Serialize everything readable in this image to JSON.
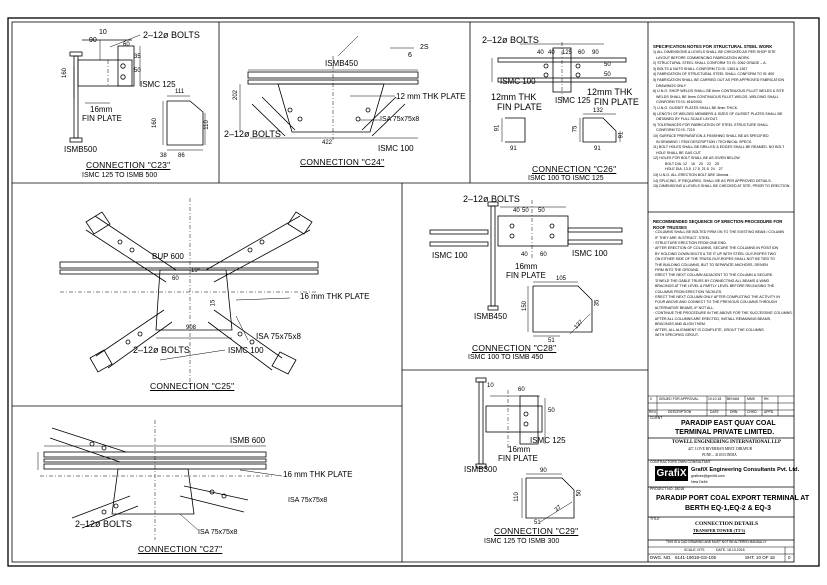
{
  "c23": {
    "dims": [
      "10",
      "90",
      "60",
      "35",
      "50",
      "160",
      "111",
      "160",
      "86",
      "38",
      "110"
    ],
    "bolts": "2–12ø BOLTS",
    "ismc": "ISMC 125",
    "plate": "16mm\nFIN PLATE",
    "plate_l1": "16mm",
    "plate_l2": "FIN PLATE",
    "beam": "ISMB500",
    "title": "CONNECTION \"C23\"",
    "subtitle": "ISMC 125 TO ISMB 500"
  },
  "c24": {
    "beam": "ISMB450",
    "dims": [
      "202",
      "422",
      "2S",
      "6",
      "1"
    ],
    "plate": "12 mm THK PLATE",
    "bolts": "2–12ø BOLTS",
    "isa": "ISA 75x75x8",
    "ismc": "ISMC 100",
    "title": "CONNECTION \"C24\""
  },
  "c26": {
    "bolts": "2–12ø BOLTS",
    "dims": [
      "40",
      "40",
      "125",
      "60",
      "90",
      "50",
      "50",
      "91",
      "91",
      "132",
      "91",
      "75",
      "91"
    ],
    "ismc_l": "ISMC 100",
    "ismc_r": "ISMC 125",
    "plate_l1": "12mm THK",
    "plate_l2": "FIN PLATE",
    "plate_r1": "12mm THK",
    "plate_r2": "FIN PLATE",
    "title": "CONNECTION \"C26\"",
    "subtitle": "ISMC 100 TO ISMC 125"
  },
  "c25": {
    "bup": "BUP 600",
    "dims": [
      "60",
      "19°",
      "15",
      "908"
    ],
    "plate": "16 mm THK PLATE",
    "isa": "ISA 75x75x8",
    "bolts": "2–12ø BOLTS",
    "ismc": "ISMC 100",
    "title": "CONNECTION \"C25\""
  },
  "c28": {
    "bolts": "2–12ø BOLTS",
    "dims": [
      "40",
      "50",
      "50",
      "40",
      "60",
      "105",
      "150",
      "51",
      "137",
      "35"
    ],
    "ismc_l": "ISMC 100",
    "ismc_r": "ISMC 100",
    "plate_l1": "16mm",
    "plate_l2": "FIN PLATE",
    "beam": "ISMB450",
    "title": "CONNECTION \"C28\"",
    "subtitle": "ISMC 100 TO ISMB 450"
  },
  "c27": {
    "beam": "ISMB 600",
    "plate": "16 mm THK PLATE",
    "isa": "ISA 75x75x8",
    "isa2": "ISA 75x75x8",
    "bolts": "2–12ø BOLTS",
    "title": "CONNECTION \"C27\""
  },
  "c29": {
    "dims": [
      "10",
      "60",
      "50",
      "110",
      "90",
      "51",
      "37",
      "50"
    ],
    "ismc": "ISMC 125",
    "plate_l1": "16mm",
    "plate_l2": "FIN PLATE",
    "beam": "ISMB300",
    "title": "CONNECTION \"C29\"",
    "subtitle": "ISMC 125 TO ISMB 300"
  },
  "spec": {
    "heading": "SPECIFICATION NOTES FOR STRUCTURAL STEEL WORK",
    "items": [
      "1) ALL DIMENSIONS & LEVELS SHALL BE CHECKED AS PER SHOP SITE",
      "   LAYOUT BEFORE COMMENCING FABRICATION WORK.",
      "2) STRUCTURAL STEEL SHALL CONFORM TO IS: 2062 GRADE – A.",
      "3) BOLTS & NUTS SHALL CONFORM TO IS: 1363 & 1367",
      "4) FABRICATION OF STRUCTURAL STEEL SHALL CONFORM TO IS: 800",
      "5) FABRICATION SHALL BE CARRIED OUT AS PER APPROVED FABRICATION",
      "   DRAWINGS ONLY",
      "6) U.N.O. SHOP WELDS SHALL BE 6mm CONTINUOUS FILLET WELDS & SITE",
      "   WELDS SHALL BE 8mm CONTINUOUS FILLET WELDS. WELDING SHALL",
      "   CONFORM TO IS: 816/2000",
      "7) U.N.O. GUSSET PLATES SHALL BE 8mm THICK.",
      "8) LENGTH OF WELDED MEMBERS & SIZES OF GUSSET PLATES SHALL BE",
      "   OBTAINED BY FULL SCALE LAYOUT.",
      "9) TOLERANCES FOR FABRICATION OF STEEL STRUCTURE SHALL",
      "   CONFORM TO IS: 7215",
      "10) SURFACE PREPARATION & FINISHING SHALL BE AS SPECIFIED",
      "   IN DRAWING / ITEM DESCRIPTION / TECHNICAL SPECS.",
      "11) BOLT HOLES SHALL BE DRILLED & EDGES SHALL BE REAMED. NO BOLT",
      "   HOLE SHALL BE GAS CUT.",
      "12) HOLES FOR BOLT SHALL BE AS GIVEN BELOW",
      "            BOLT DIA. 12    16    20    22    25",
      "            HOLE DIA. 13.5  17.5  21.5  24    27",
      "13) U.N.O. ALL ERECTION BOLT ARE 16mmø .",
      "14) SPLICING, IF REQUIRED, SHALL BE AS PER APPROVED DETAILS.",
      "15) DIMENSIONS & LEVELS SHALL BE CHECKED AT SITE, PRIOR TO ERECTION."
    ]
  },
  "erection": {
    "heading": "RECOMMENDED SEQUENCE OF ERECTION PROCEDURE FOR ROOF TRUSSES",
    "items": [
      "· COLUMNS SHALL BE BOLTED FIRM ON TO THE EXISTING BEAM / COLUMN",
      "  IF THEY ARE IN STRUCT. STEEL",
      "· STRUCTURE ERECTION FROM ONE END.",
      "· AFTER ERECTION OF COLUMNS, SECURE THE COLUMNS IN POSITION",
      "  BY HOLDING DOWN BOLTS & TIE IT UP WITH STEEL GUY-ROPES TWO",
      "  ON EITHER SIDE OF THE TRUSS.GUY-ROPES SHALL NOT BE TIED TO",
      "  THE BUILDING COLUMNS, BUT TO SEPARATE ANCHORS, DRIVEN",
      "  FIRM INTO THE GROUND.",
      "· ERECT THE NEXT COLUMN ADJACENT TO THE COLUMN & SECURE.",
      "  'D'WELD THE GABLE TRUSS BY CONNECTING ALL BEAMS & WIND",
      "  BRACINGS AT THE LEVEL & PARTLY LEVEL BEFORE RELEASING THE",
      "  COLUMNS FROM ERECTION TACKLES.",
      "· ERECT THE NEXT COLUMN ONLY AFTER COMPLETING THE ACTIVITY IN",
      "  FOUR ABOVE AND CONNECT TO THE PREVIOUS COLUMNS THROUGH",
      "  ALTERNATIVE BEAMS, IF NOT ALL.",
      "· CONTINUE THE PROCEDURE IN THE ABOVE FOR THE SUCCESSIVE COLUMNS.",
      "  AFTER ALL COLUMNS ARE ERECTED, INSTALL REMAINING BEAMS,",
      "  BRACINGS AND ALIGN THEM.",
      "· AFTER, ALL ALIGNMENT IS COMPLETE, GROUT THE COLUMNS",
      "  WITH SPECIFIED GROUT."
    ]
  },
  "revision": {
    "row": [
      "0",
      "ISSUED FOR APPROVAL",
      "10.10.18",
      "BEHAM",
      "MMS",
      "RK"
    ],
    "headers": [
      "REV.",
      "DESCRIPTION",
      "DATE",
      "DRN.",
      "CHKD.",
      "APPD."
    ]
  },
  "titleblock": {
    "client_label": "CLIENT",
    "client_l1": "PARADIP EAST QUAY COAL",
    "client_l2": "TERMINAL PRIVATE LIMITED.",
    "engineer_l1": "TOWELL ENGINEERING INTERNATIONAL LLP",
    "engineer_l2": "427, LOVE RIVERBAN MEET, DIRAPUR",
    "engineer_l3": "PUNE – 411033 INDIA",
    "contractor_label": "CONTRACTORS OWN CONSULTANT",
    "logo": "GrafiX",
    "consultant_l1": "GrafiX Engineering Consultants Pvt. Ltd.",
    "consultant_l2": "grafixes@gecltd.com",
    "consultant_l3": "New Delhi",
    "project_label": "PROJECT NO: 18018",
    "project_l1": "PARADIP PORT COAL EXPORT TERMINAL AT",
    "project_l2": "BERTH EQ-1,EQ-2 & EQ-3",
    "title_label": "TITLE",
    "title_l1": "CONNECTION DETAILS",
    "title_l2": "TRANSFER TOWER (TT-3)",
    "note": "THIS IS A CAD DRAWING AND MUST NOT BE ALTERED MANUALLY",
    "scale": "SCALE: NTS",
    "date": "DATE: 18.10.2018",
    "dwg_label": "DWG. NO.",
    "dwg_no": "6141-19018-GS-105",
    "sheet": "SHT. 10 OF 18",
    "rev": "0"
  }
}
